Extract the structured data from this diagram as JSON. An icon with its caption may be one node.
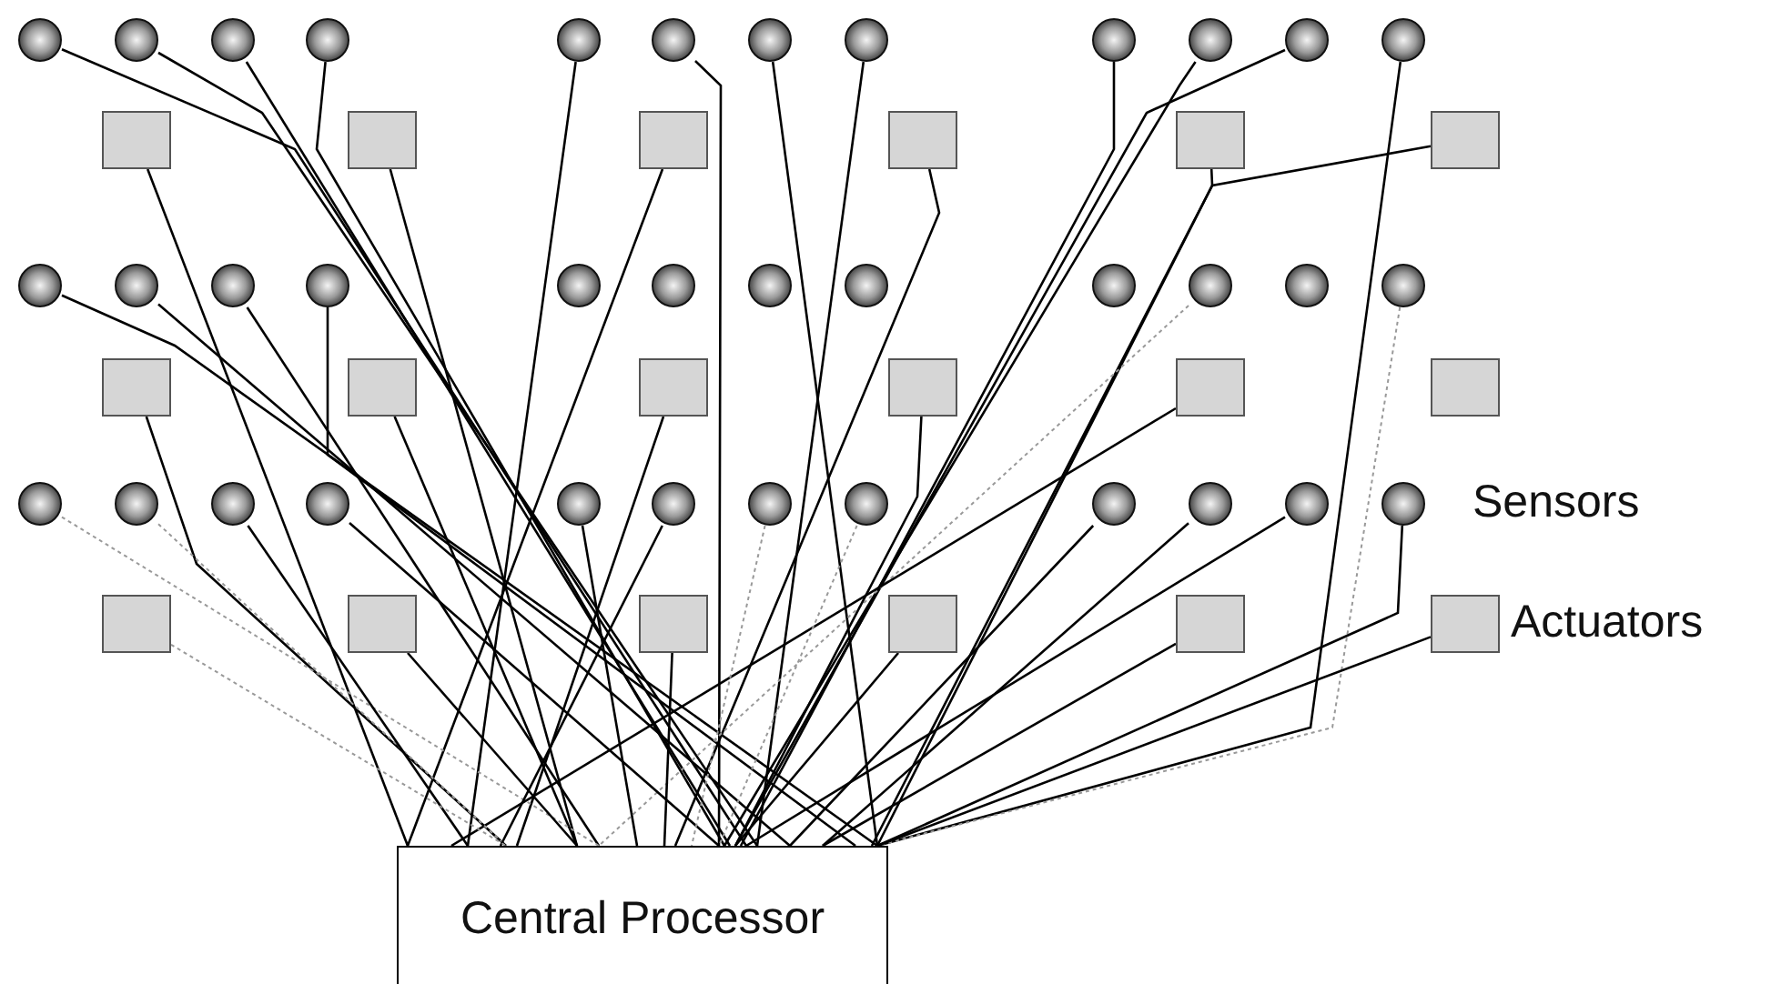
{
  "diagram": {
    "nodes": [
      {
        "text": [],
        "shape": "circle"
      },
      {
        "text": [],
        "shape": "circle"
      },
      {
        "text": [],
        "shape": "circle"
      },
      {
        "text": [],
        "shape": "circle"
      },
      {
        "text": [],
        "shape": "circle"
      },
      {
        "text": [],
        "shape": "circle"
      },
      {
        "text": [],
        "shape": "circle"
      },
      {
        "text": [],
        "shape": "circle"
      },
      {
        "text": [],
        "shape": "circle"
      },
      {
        "text": [],
        "shape": "circle"
      },
      {
        "text": [],
        "shape": "circle"
      },
      {
        "text": [],
        "shape": "circle"
      },
      {
        "text": [],
        "shape": "box"
      },
      {
        "text": [],
        "shape": "box"
      },
      {
        "text": [],
        "shape": "box"
      },
      {
        "text": [],
        "shape": "box"
      },
      {
        "text": [],
        "shape": "box"
      },
      {
        "text": [],
        "shape": "box"
      },
      {
        "text": [],
        "shape": "circle"
      },
      {
        "text": [],
        "shape": "circle"
      },
      {
        "text": [],
        "shape": "circle"
      },
      {
        "text": [],
        "shape": "circle"
      },
      {
        "text": [],
        "shape": "circle"
      },
      {
        "text": [],
        "shape": "circle"
      },
      {
        "text": [],
        "shape": "circle"
      },
      {
        "text": [],
        "shape": "circle"
      },
      {
        "text": [],
        "shape": "circle"
      },
      {
        "text": [],
        "shape": "circle"
      },
      {
        "text": [],
        "shape": "circle"
      },
      {
        "text": [],
        "shape": "circle"
      },
      {
        "text": [],
        "shape": "box"
      },
      {
        "text": [],
        "shape": "box"
      },
      {
        "text": [],
        "shape": "box"
      },
      {
        "text": [],
        "shape": "box"
      },
      {
        "text": [],
        "shape": "box"
      },
      {
        "text": [],
        "shape": "box"
      },
      {
        "text": [],
        "shape": "circle"
      },
      {
        "text": [],
        "shape": "circle"
      },
      {
        "text": [],
        "shape": "circle"
      },
      {
        "text": [],
        "shape": "circle"
      },
      {
        "text": [],
        "shape": "circle"
      },
      {
        "text": [],
        "shape": "circle"
      },
      {
        "text": [],
        "shape": "circle"
      },
      {
        "text": [],
        "shape": "circle"
      },
      {
        "text": [],
        "shape": "circle"
      },
      {
        "text": [],
        "shape": "circle"
      },
      {
        "text": [],
        "shape": "circle"
      },
      {
        "text": [],
        "shape": "circle",
        "beside": [
          "Sensors"
        ]
      },
      {
        "text": [],
        "shape": "box"
      },
      {
        "text": [],
        "shape": "box"
      },
      {
        "text": [],
        "shape": "box"
      },
      {
        "text": [],
        "shape": "box"
      },
      {
        "text": [],
        "shape": "box"
      },
      {
        "text": [],
        "shape": "box",
        "beside": [
          "Actuators"
        ]
      },
      {
        "text": [
          "Central Processor"
        ]
      }
    ],
    "edges": [
      {
        "from": 0,
        "to": 54,
        "arrow": "none"
      },
      {
        "from": 1,
        "to": 54,
        "arrow": "none"
      },
      {
        "from": 2,
        "to": 54,
        "arrow": "none"
      },
      {
        "from": 3,
        "to": 54,
        "arrow": "none"
      },
      {
        "from": 4,
        "to": 54,
        "arrow": "none"
      },
      {
        "from": 5,
        "to": 54,
        "arrow": "none"
      },
      {
        "from": 6,
        "to": 54,
        "arrow": "none"
      },
      {
        "from": 7,
        "to": 54,
        "arrow": "none"
      },
      {
        "from": 8,
        "to": 54,
        "arrow": "none"
      },
      {
        "from": 9,
        "to": 54,
        "arrow": "none"
      },
      {
        "from": 10,
        "to": 54,
        "arrow": "none"
      },
      {
        "from": 11,
        "to": 54,
        "arrow": "none"
      },
      {
        "from": 12,
        "to": 54,
        "arrow": "none"
      },
      {
        "from": 13,
        "to": 54,
        "arrow": "none"
      },
      {
        "from": 14,
        "to": 54,
        "arrow": "none"
      },
      {
        "from": 15,
        "to": 54,
        "arrow": "none"
      },
      {
        "from": 16,
        "to": 54,
        "arrow": "none"
      },
      {
        "from": 17,
        "to": 54,
        "arrow": "none"
      },
      {
        "from": 18,
        "to": 54,
        "arrow": "none"
      },
      {
        "from": 19,
        "to": 54,
        "arrow": "none"
      },
      {
        "from": 20,
        "to": 54,
        "arrow": "none"
      },
      {
        "from": 21,
        "to": 54,
        "arrow": "none"
      },
      {
        "from": 27,
        "to": 54,
        "arrow": "none",
        "style": "dashed",
        "color": "#999999"
      },
      {
        "from": 29,
        "to": 54,
        "arrow": "none",
        "style": "dashed",
        "color": "#999999"
      },
      {
        "from": 30,
        "to": 54,
        "arrow": "none"
      },
      {
        "from": 31,
        "to": 54,
        "arrow": "none"
      },
      {
        "from": 32,
        "to": 54,
        "arrow": "none"
      },
      {
        "from": 33,
        "to": 54,
        "arrow": "none"
      },
      {
        "from": 34,
        "to": 54,
        "arrow": "none"
      },
      {
        "from": 36,
        "to": 54,
        "arrow": "none",
        "style": "dashed",
        "color": "#999999"
      },
      {
        "from": 37,
        "to": 54,
        "arrow": "none",
        "style": "dashed",
        "color": "#999999"
      },
      {
        "from": 38,
        "to": 54,
        "arrow": "none"
      },
      {
        "from": 39,
        "to": 54,
        "arrow": "none"
      },
      {
        "from": 40,
        "to": 54,
        "arrow": "none"
      },
      {
        "from": 41,
        "to": 54,
        "arrow": "none"
      },
      {
        "from": 42,
        "to": 54,
        "arrow": "none",
        "style": "dashed",
        "color": "#999999"
      },
      {
        "from": 43,
        "to": 54,
        "arrow": "none",
        "style": "dashed",
        "color": "#999999"
      },
      {
        "from": 44,
        "to": 54,
        "arrow": "none"
      },
      {
        "from": 45,
        "to": 54,
        "arrow": "none"
      },
      {
        "from": 46,
        "to": 54,
        "arrow": "none"
      },
      {
        "from": 47,
        "to": 54,
        "arrow": "none"
      },
      {
        "from": 48,
        "to": 54,
        "arrow": "none",
        "style": "dashed",
        "color": "#999999"
      },
      {
        "from": 49,
        "to": 54,
        "arrow": "none"
      },
      {
        "from": 50,
        "to": 54,
        "arrow": "none"
      },
      {
        "from": 51,
        "to": 54,
        "arrow": "none"
      },
      {
        "from": 52,
        "to": 54,
        "arrow": "none"
      },
      {
        "from": 53,
        "to": 54,
        "arrow": "none"
      }
    ]
  }
}
